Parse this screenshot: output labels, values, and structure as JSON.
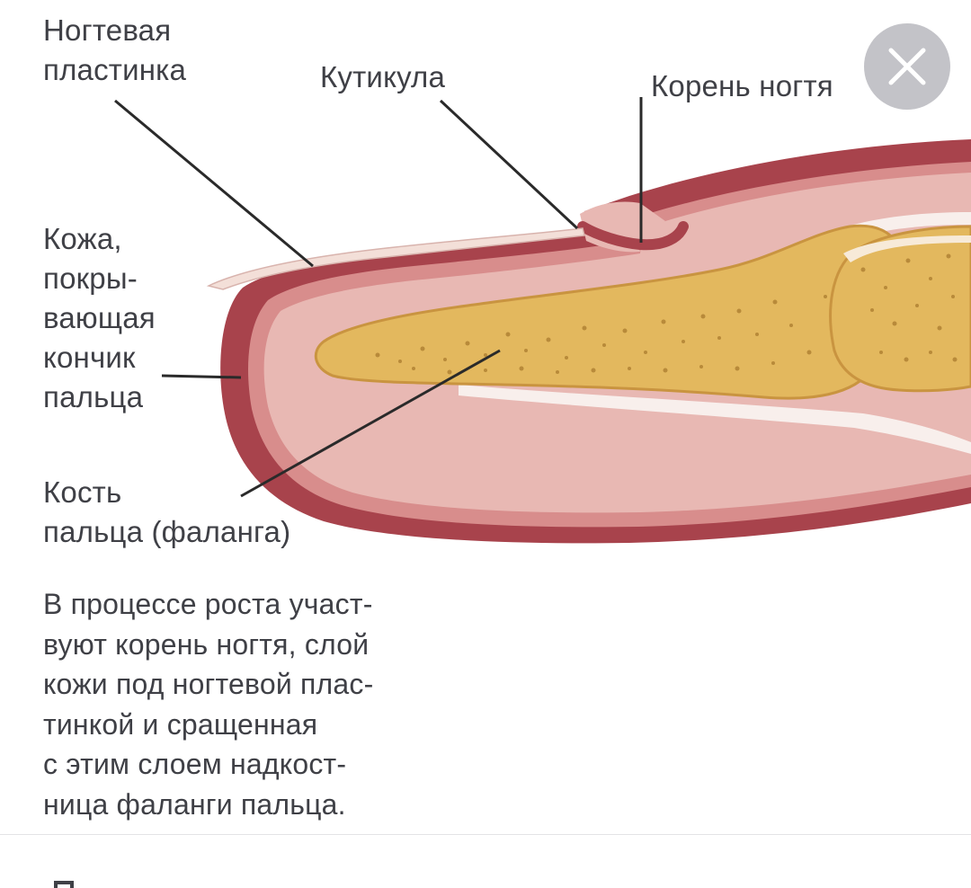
{
  "labels": {
    "nail_plate": [
      "Ногтевая",
      "пластинка"
    ],
    "cuticle": "Кутикула",
    "nail_root": "Корень ногтя",
    "skin_tip": [
      "Кожа,",
      "покры-",
      "вающая",
      "кончик",
      "пальца"
    ],
    "bone": [
      "Кость",
      "пальца (фаланга)"
    ]
  },
  "caption": [
    "В процессе роста участ-",
    "вуют корень ногтя, слой",
    "кожи под ногтевой плас-",
    "тинкой и сращенная",
    "с этим слоем надкост-",
    "ница фаланги пальца."
  ],
  "colors": {
    "skin_outer": "#a8434c",
    "skin_inner": "#e9c3bf",
    "flesh": "#e8b8b3",
    "bone": "#e3b85e",
    "bone_outline": "#c99440",
    "bone_speckle": "#b88a3a",
    "text": "#3f4046",
    "leader_line": "#2a2a2a"
  },
  "icons": {
    "close": "close-icon"
  }
}
